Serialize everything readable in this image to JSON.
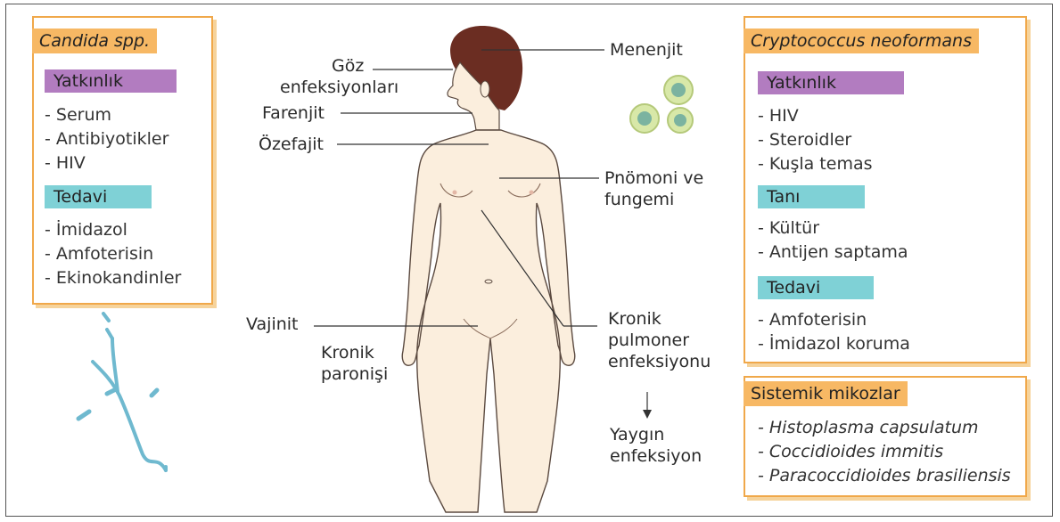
{
  "candida": {
    "title": "Candida spp.",
    "predisposition_heading": "Yatkınlık",
    "predisposition": [
      "- Serum",
      "- Antibiyotikler",
      "- HIV"
    ],
    "treatment_heading": "Tedavi",
    "treatment": [
      "- İmidazol",
      "- Amfoterisin",
      "- Ekinokandinler"
    ]
  },
  "cryptococcus": {
    "title": "Cryptococcus neoformans",
    "predisposition_heading": "Yatkınlık",
    "predisposition": [
      "- HIV",
      "- Steroidler",
      "- Kuşla temas"
    ],
    "diagnosis_heading": "Tanı",
    "diagnosis": [
      "- Kültür",
      "- Antijen saptama"
    ],
    "treatment_heading": "Tedavi",
    "treatment": [
      "- Amfoterisin",
      "- İmidazol koruma"
    ]
  },
  "systemic": {
    "title": "Sistemik mikozlar",
    "items": [
      "- Histoplasma capsulatum",
      "- Coccidioides immitis",
      "- Paracoccidioides brasiliensis"
    ]
  },
  "body_labels": {
    "goz_line1": "Göz",
    "goz_line2": "enfeksiyonları",
    "farenjit": "Farenjit",
    "ozefajit": "Özefajit",
    "menenjit": "Menenjit",
    "pnomoni_line1": "Pnömoni ve",
    "pnomoni_line2": "fungemi",
    "vajinit": "Vajinit",
    "paronisi_line1": "Kronik",
    "paronisi_line2": "paronişi",
    "kronik_line1": "Kronik",
    "kronik_line2": "pulmoner",
    "kronik_line3": "enfeksiyonu",
    "yaygin_line1": "Yaygın",
    "yaygin_line2": "enfeksiyon"
  },
  "colors": {
    "box_border": "#f0a84a",
    "box_header": "#f7b864",
    "predisposition_bg": "#b27cc0",
    "treatment_bg": "#7fd1d6",
    "skin": "#fbeedd",
    "hair": "#6b2d22",
    "hyphae": "#6fb9cf",
    "yeast": "#c7e08a"
  },
  "icons": [
    "human-figure-illustration",
    "candida-hyphae-illustration",
    "cryptococcus-yeast-cells-illustration"
  ]
}
